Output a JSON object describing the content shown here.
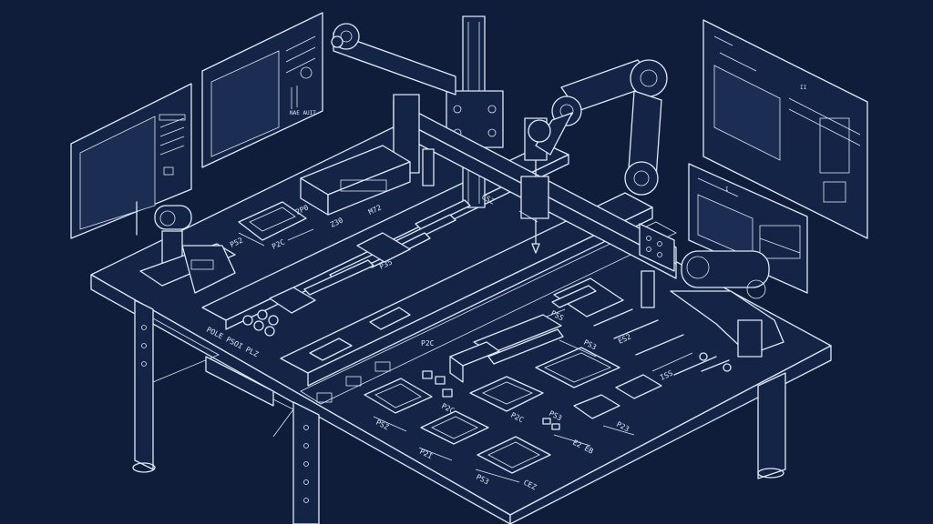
{
  "colors": {
    "background": "#0f1d3a",
    "line": "#dfe8f6",
    "screen": "#1b2d52"
  },
  "monitors": {
    "top_center_label": "NAE AUIT",
    "right_main_label": "II",
    "right_small_label": "I"
  },
  "dimension_labels": {
    "label_1": "P52",
    "label_2": "P2C",
    "label_3": "2P0",
    "label_4": "Z30",
    "label_5": "M72",
    "label_6": "CSZ",
    "label_7": "PSS",
    "label_8": "PS3",
    "label_9": "ES2",
    "label_10": "ISS",
    "label_11": "E2 EB",
    "label_12": "P23",
    "label_13": "PSZ",
    "label_14": "P2I",
    "label_15": "PS3",
    "label_16": "CEZ",
    "label_17": "P35",
    "label_18": "PS3",
    "label_19": "P2C",
    "label_20": "P2C"
  },
  "table_front_text": "POLE PSOI PLZ",
  "rail_text": "P2C"
}
